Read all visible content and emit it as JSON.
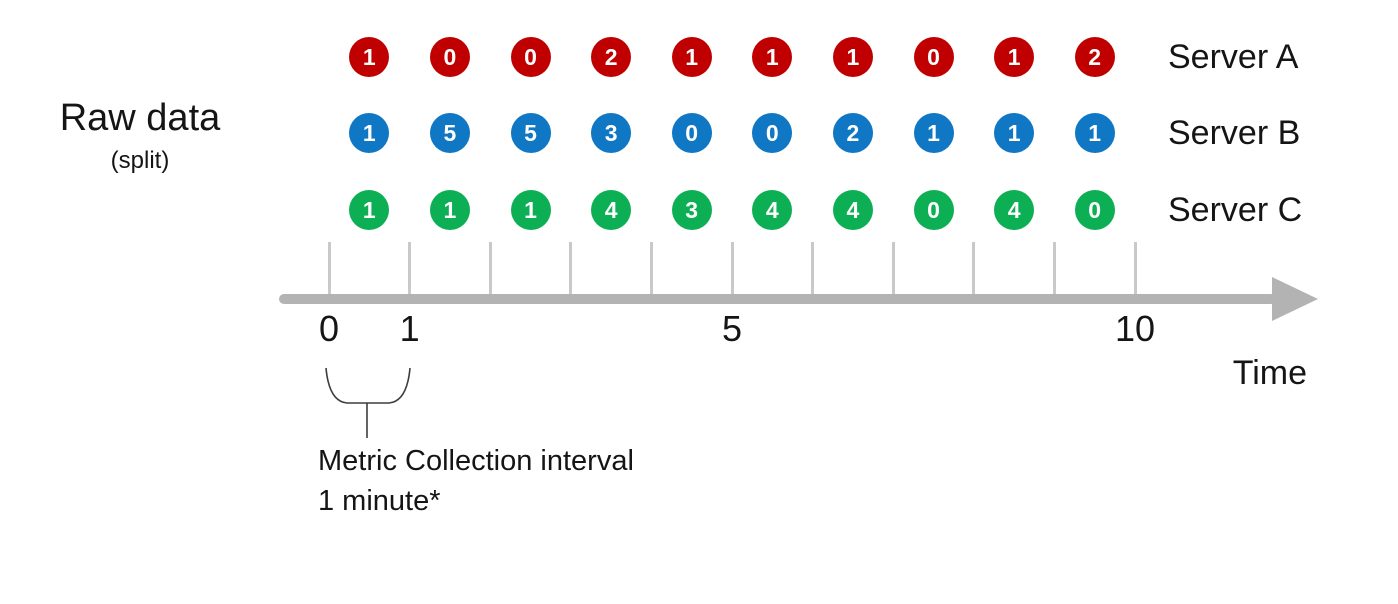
{
  "left_label": {
    "title": "Raw data",
    "subtitle": "(split)"
  },
  "chart_data": {
    "type": "scatter",
    "description_note": "dot timeline of raw metric values per server per interval",
    "series": [
      {
        "name": "Server A",
        "color": "#c00000",
        "values": [
          1,
          0,
          0,
          2,
          1,
          1,
          1,
          0,
          1,
          2
        ]
      },
      {
        "name": "Server B",
        "color": "#0f77c4",
        "values": [
          1,
          5,
          5,
          3,
          0,
          0,
          2,
          1,
          1,
          1
        ]
      },
      {
        "name": "Server C",
        "color": "#0caf54",
        "values": [
          1,
          1,
          1,
          4,
          3,
          4,
          4,
          0,
          4,
          0
        ]
      }
    ],
    "axis": {
      "name": "Time",
      "tick_count": 11,
      "range": [
        0,
        10
      ],
      "labeled_ticks": [
        {
          "tick": 0,
          "label": "0"
        },
        {
          "tick": 1,
          "label": "1"
        },
        {
          "tick": 5,
          "label": "5"
        },
        {
          "tick": 10,
          "label": "10"
        }
      ],
      "axis_color": "#b3b3b3",
      "tick_color": "#c9c9c9"
    },
    "annotation": {
      "line1": "Metric Collection interval",
      "line2": "1 minute*",
      "brace_span_ticks": [
        0,
        1
      ]
    }
  }
}
